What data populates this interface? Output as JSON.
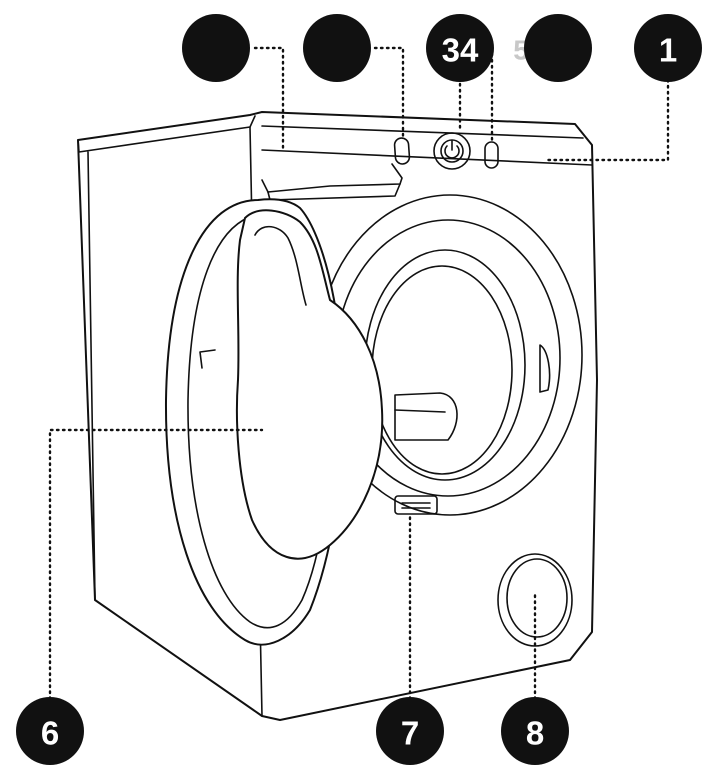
{
  "callouts": [
    {
      "id": "blank-a",
      "label": ""
    },
    {
      "id": "blank-b",
      "label": ""
    },
    {
      "id": "c34",
      "label": "34"
    },
    {
      "id": "c5",
      "label": "5"
    },
    {
      "id": "c1",
      "label": "1"
    },
    {
      "id": "c6",
      "label": "6"
    },
    {
      "id": "c7",
      "label": "7"
    },
    {
      "id": "c8",
      "label": "8"
    }
  ]
}
